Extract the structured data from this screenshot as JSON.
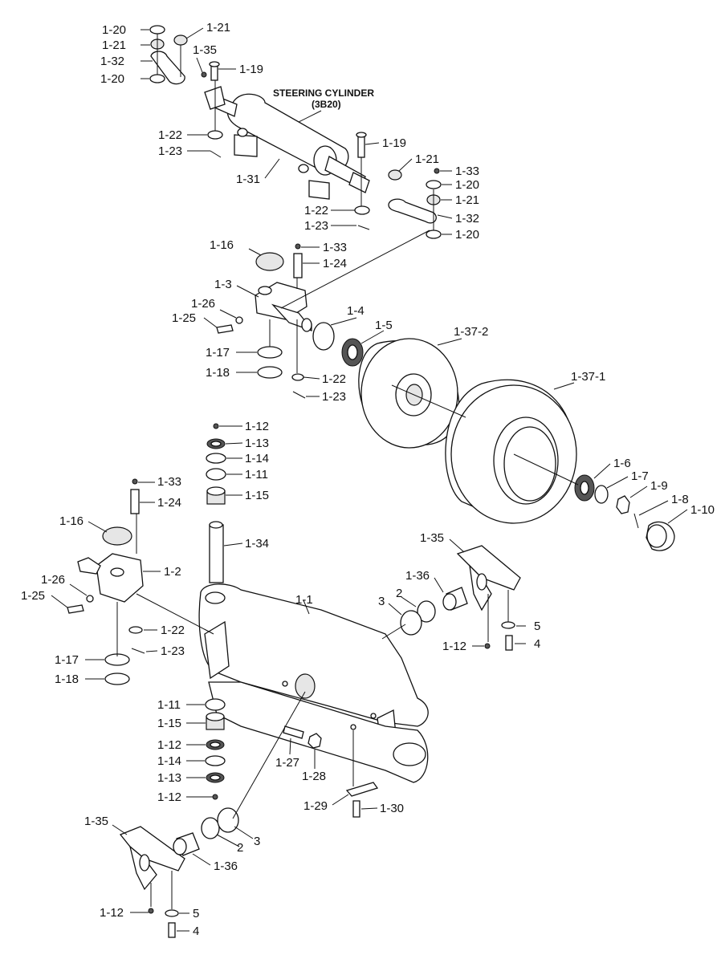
{
  "title": {
    "line1": "STEERING CYLINDER",
    "line2": "(3B20)"
  },
  "labels": {
    "l_1_20_a": "1-20",
    "l_1_21_a": "1-21",
    "l_1_21_b": "1-21",
    "l_1_35_a": "1-35",
    "l_1_32_a": "1-32",
    "l_1_19_a": "1-19",
    "l_1_20_b": "1-20",
    "l_1_22_a": "1-22",
    "l_1_23_a": "1-23",
    "l_1_31": "1-31",
    "l_1_19_b": "1-19",
    "l_1_21_c": "1-21",
    "l_1_33_a": "1-33",
    "l_1_20_c": "1-20",
    "l_1_21_d": "1-21",
    "l_1_32_b": "1-32",
    "l_1_22_b": "1-22",
    "l_1_23_b": "1-23",
    "l_1_20_d": "1-20",
    "l_1_16_a": "1-16",
    "l_1_33_b": "1-33",
    "l_1_24_a": "1-24",
    "l_1_3": "1-3",
    "l_1_26_a": "1-26",
    "l_1_25_a": "1-25",
    "l_1_4": "1-4",
    "l_1_5": "1-5",
    "l_1_37_2": "1-37-2",
    "l_1_37_1": "1-37-1",
    "l_1_17_a": "1-17",
    "l_1_18_a": "1-18",
    "l_1_22_c": "1-22",
    "l_1_23_c": "1-23",
    "l_1_12_a": "1-12",
    "l_1_13_a": "1-13",
    "l_1_14_a": "1-14",
    "l_1_11_a": "1-11",
    "l_1_33_c": "1-33",
    "l_1_15_a": "1-15",
    "l_1_24_b": "1-24",
    "l_1_6": "1-6",
    "l_1_7": "1-7",
    "l_1_9": "1-9",
    "l_1_8": "1-8",
    "l_1_10": "1-10",
    "l_1_16_b": "1-16",
    "l_1_34": "1-34",
    "l_1_35_b": "1-35",
    "l_1_2": "1-2",
    "l_1_26_b": "1-26",
    "l_1_25_b": "1-25",
    "l_1_1": "1-1",
    "l_1_36_a": "1-36",
    "l_2_a": "2",
    "l_3_a": "3",
    "l_1_22_d": "1-22",
    "l_5_a": "5",
    "l_1_12_b": "1-12",
    "l_4_a": "4",
    "l_1_23_d": "1-23",
    "l_1_17_b": "1-17",
    "l_1_18_b": "1-18",
    "l_1_11_b": "1-11",
    "l_1_15_b": "1-15",
    "l_1_12_c": "1-12",
    "l_1_14_b": "1-14",
    "l_1_13_b": "1-13",
    "l_1_12_d": "1-12",
    "l_1_27": "1-27",
    "l_1_28": "1-28",
    "l_1_29": "1-29",
    "l_1_30": "1-30",
    "l_1_35_c": "1-35",
    "l_2_b": "2",
    "l_3_b": "3",
    "l_1_36_b": "1-36",
    "l_1_12_e": "1-12",
    "l_5_b": "5",
    "l_4_b": "4"
  }
}
